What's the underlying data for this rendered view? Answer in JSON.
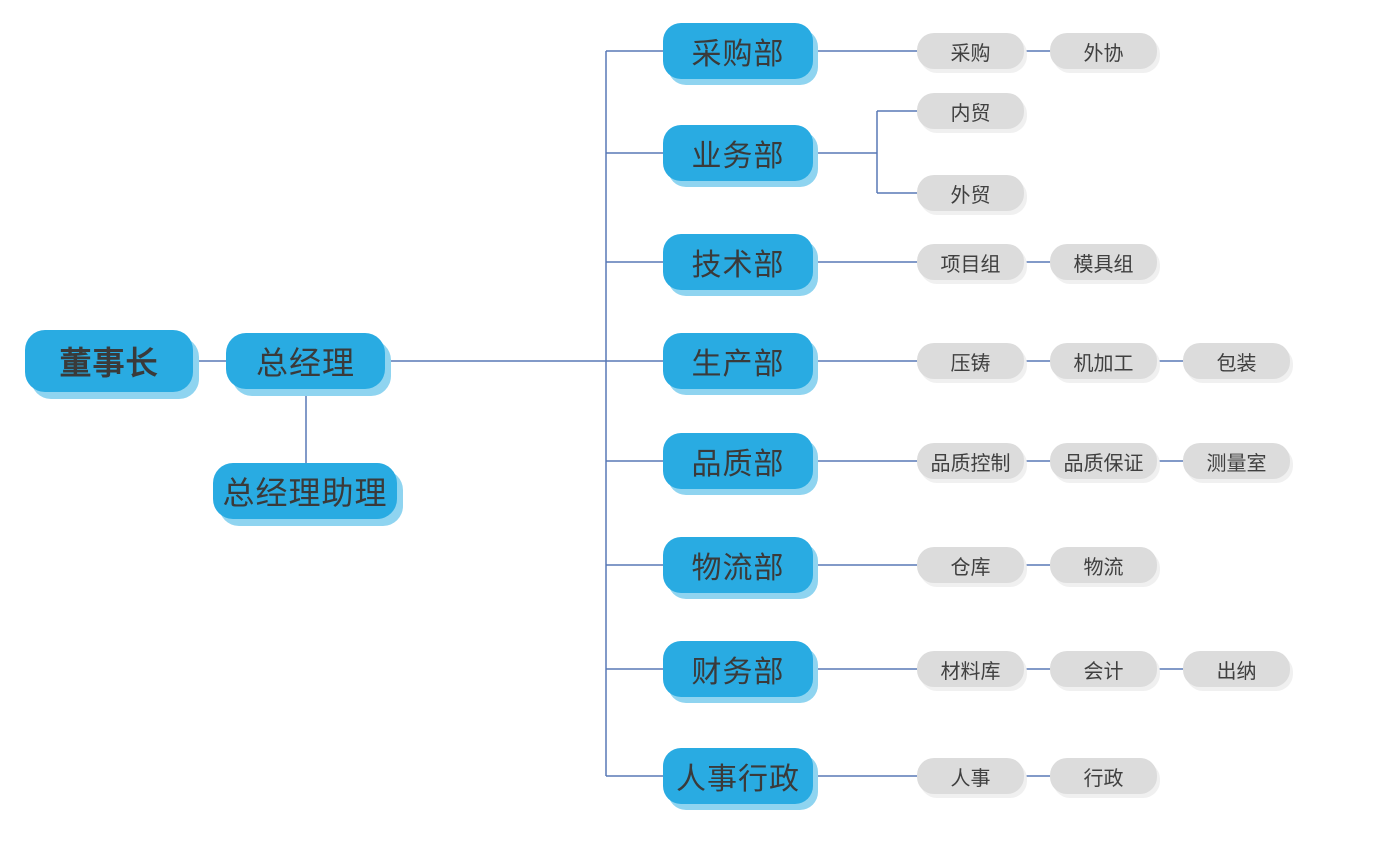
{
  "diagram": {
    "type": "org-chart",
    "colors": {
      "primary_node": "#29abe2",
      "primary_node_shadow": "#8fd4f0",
      "secondary_node": "#dcdcdc",
      "connector_line": "#5878b5",
      "text": "#3a3a3a",
      "background": "#ffffff"
    }
  },
  "org": {
    "chairman": "董事长",
    "general_manager": "总经理",
    "gm_assistant": "总经理助理",
    "departments": [
      {
        "label": "采购部",
        "connection": "inline",
        "children": [
          "采购",
          "外协"
        ]
      },
      {
        "label": "业务部",
        "connection": "stacked",
        "children": [
          "内贸",
          "外贸"
        ]
      },
      {
        "label": "技术部",
        "connection": "inline",
        "children": [
          "项目组",
          "模具组"
        ]
      },
      {
        "label": "生产部",
        "connection": "inline",
        "children": [
          "压铸",
          "机加工",
          "包装"
        ]
      },
      {
        "label": "品质部",
        "connection": "inline",
        "children": [
          "品质控制",
          "品质保证",
          "测量室"
        ]
      },
      {
        "label": "物流部",
        "connection": "inline",
        "children": [
          "仓库",
          "物流"
        ]
      },
      {
        "label": "财务部",
        "connection": "inline",
        "children": [
          "材料库",
          "会计",
          "出纳"
        ]
      },
      {
        "label": "人事行政",
        "connection": "inline",
        "children": [
          "人事",
          "行政"
        ]
      }
    ]
  }
}
